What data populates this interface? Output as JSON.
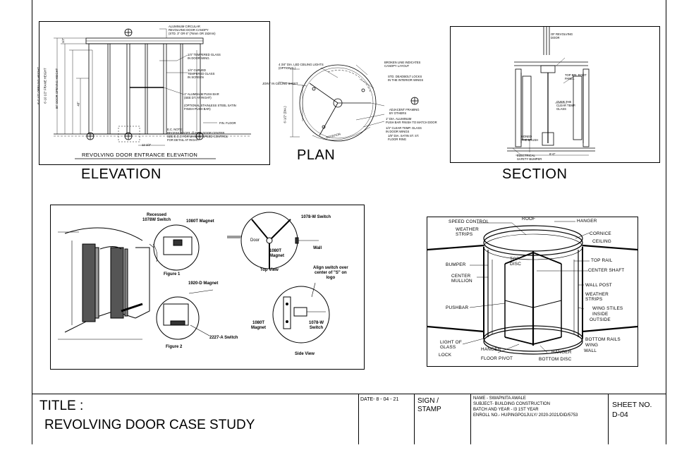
{
  "captions": {
    "elevation": "ELEVATION",
    "plan": "PLAN",
    "section": "SECTION"
  },
  "elevation": {
    "drawing_title": "REVOLVING DOOR ENTRANCE ELEVATION",
    "note_canopy": "ALUMINUM CIRCULAR\nREVOLVING DOOR CANOPY\n(STD. 3\" OR 6\" (76mm OR 152mm)",
    "note_glass": "1/4\" TEMPERED GLASS\nIN DOOR WING.",
    "note_curved": "1/4\" CURVED\nTEMPERED GLASS\nIN SCREEN",
    "note_pushbar": "1\" ALUMINUM PUSH BAR\n(SEE DT. AT RIGHT)",
    "note_optional": "(OPTIONAL STAINLESS STEEL SATIN\nFINISH PUSH BAR)",
    "note_floor": "FIN. FLOOR",
    "note_ec": "E.C. NOTE:\nRECESS RECPT. @ REV. DOOR CENTER\nSEE E.C.C FOR MANUAL SPEED CONTROL\nFOR DETAIL AT RIGHT.",
    "dim_opening": "6'-7 1/2\" OPENING HEIGHT",
    "dim_frame": "6'-10 1/2\" FRAME HEIGHT",
    "dim_door": "84\" DOOR OPENING HEIGHT",
    "dim_48": "48\"",
    "dim_half": "1/2\"",
    "dim_bottom": "12 1/2\""
  },
  "plan": {
    "note_led": "4 3/4\" DIA. LED CEILING LIGHTS\n(OPTIONAL)",
    "note_broken": "BROKEN LINE INDICATES\nCANOPY LAYOUT",
    "note_std": "STD. DEADBOLT LOCKS\nIN THE INTERIOR WINGS",
    "note_joint": "JOINT IN CEILING SHEET",
    "note_adjacent": "ADJACENT FRAMING\nBY OTHERS",
    "note_pushbar": "1\" DIA. ALUMINUM\nPUSH BAR FINISH TO MATCH DOOR",
    "note_clear": "1/4\" CLEAR TEMP. GLASS\nIN DOOR WINGS",
    "note_rotation": "ROTATION",
    "note_floor": "1/8\" DIA. SATIN ST. ST.\nFLOOR RING",
    "dim_dia": "6'-1/2\" (DIA.)"
  },
  "section": {
    "note_revolving": "OF REVOLVING\nDOOR",
    "note_top": "TOP BRL BOOT\nPANEL",
    "note_temp": "OVER THE\nCLEAR TEMP.\nGLASS",
    "note_swing": "HONED\nTHE BRUSH",
    "note_safety": "ELECTRICAL\nSAFETY BUMPER",
    "note_dim": "6'-0\""
  },
  "hardware": {
    "recessed_switch": "Recessed\n1078W Switch",
    "magnet_1080t": "1080T Magnet",
    "figure1": "Figure 1",
    "switch_1078w": "1078-W Switch",
    "door": "Door",
    "magnet_top": "1080T\nMagnet",
    "wall": "Wall",
    "top_view": "Top View",
    "magnet_1920d": "1920-D Magnet",
    "align": "Align switch over\ncenter of \"S\" on\nlogo",
    "magnet_side": "1080T\nMagnet",
    "switch_side": "1078-W\nSwitch",
    "switch_2227a": "2227-A Switch",
    "figure2": "Figure 2",
    "side_view": "Side View"
  },
  "isometric": {
    "speed_control": "SPEED CONTROL",
    "roof": "ROOF",
    "hanger_top": "HANGER",
    "weather_strips": "WEATHER\nSTRIPS",
    "cornice": "CORNICE",
    "ceiling": "CEILING",
    "top_disc": "TOP\nDISC",
    "top_rail": "TOP RAIL",
    "bumper": "BUMPER",
    "center_shaft": "CENTER SHAFT",
    "center_mullion": "CENTER\nMULLION",
    "wall_post": "WALL POST",
    "weather_strips2": "WEATHER\nSTRIPS",
    "pushbar": "PUSHBAR",
    "wing_stiles": "WING STILES",
    "inside": "INSIDE",
    "outside": "OUTSIDE",
    "light_of_glass": "LIGHT OF\nGLASS",
    "lock": "LOCK",
    "hanger_mid": "HANGER",
    "hanger_low": "HANGER",
    "bottom_rails": "BOTTOM RAILS",
    "wing": "WING",
    "wall": "WALL",
    "floor_pivot": "FLOOR PIVOT",
    "bottom_disc": "BOTTOM DISC"
  },
  "title_block": {
    "title_label": "TITLE :",
    "title_value": "REVOLVING DOOR CASE STUDY",
    "date": "DATE- 8 - 04 - 21",
    "sign_stamp": "SIGN /\nSTAMP",
    "name": "NAME - SWAPNITA  AWALE",
    "subject": "SUBJECT- BUILDING CONSTRUCTION",
    "batch": "BATCH AND YEAR - I3 1ST YEAR",
    "enroll": "ENROLL NO.- HUPINGPO1JULY/ 2020-2021/DID/5753",
    "sheet_label": "SHEET NO.",
    "sheet_value": "D-04"
  }
}
